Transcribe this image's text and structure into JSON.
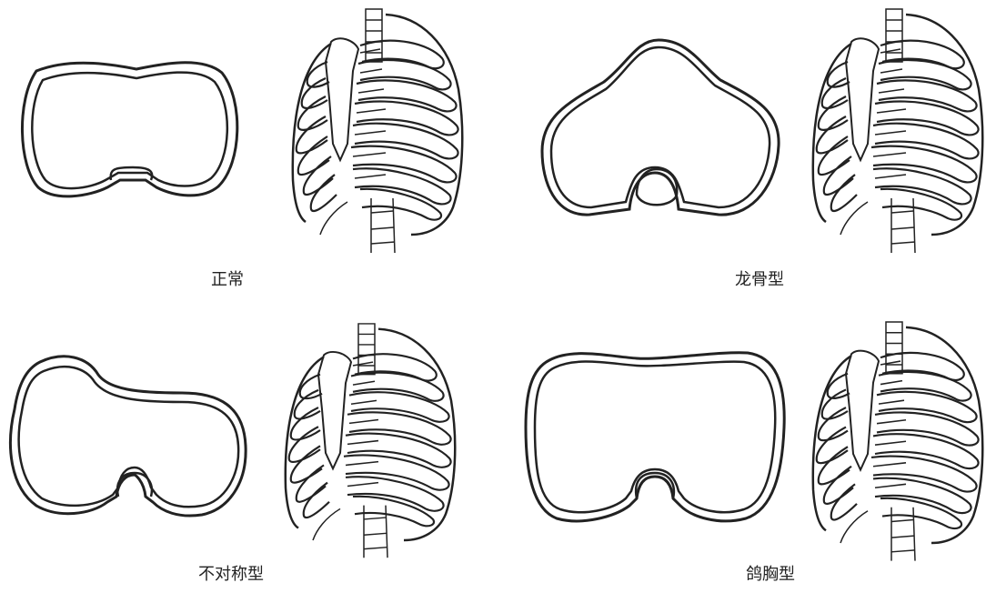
{
  "figure": {
    "panels": [
      {
        "caption": "正常"
      },
      {
        "caption": "龙骨型"
      },
      {
        "caption": "不对称型"
      },
      {
        "caption": "鸽胸型"
      }
    ]
  },
  "colors": {
    "stroke": "#222222",
    "background": "#ffffff"
  }
}
